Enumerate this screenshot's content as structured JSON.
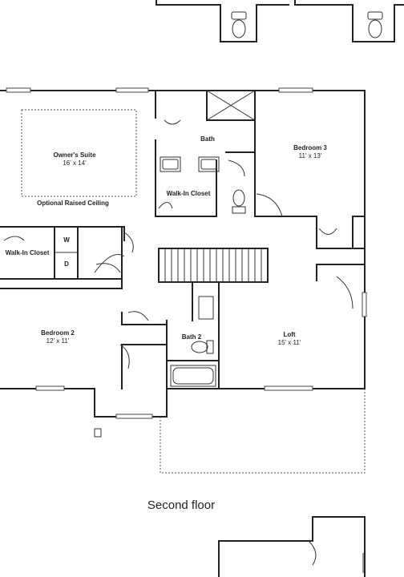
{
  "floor_title": "Second floor",
  "rooms": {
    "owners_suite": {
      "name": "Owner's Suite",
      "size": "16' x 14'"
    },
    "optional_ceiling": "Optional Raised Ceiling",
    "bath": "Bath",
    "walk_in_closet_owner": "Walk-In Closet",
    "bedroom3": {
      "name": "Bedroom 3",
      "size": "11' x 13'"
    },
    "walk_in_closet_left": "Walk-In Closet",
    "washer": "W",
    "dryer": "D",
    "bedroom2": {
      "name": "Bedroom 2",
      "size": "12' x 11'"
    },
    "bath2": "Bath 2",
    "loft": {
      "name": "Loft",
      "size": "15' x 11'"
    }
  }
}
